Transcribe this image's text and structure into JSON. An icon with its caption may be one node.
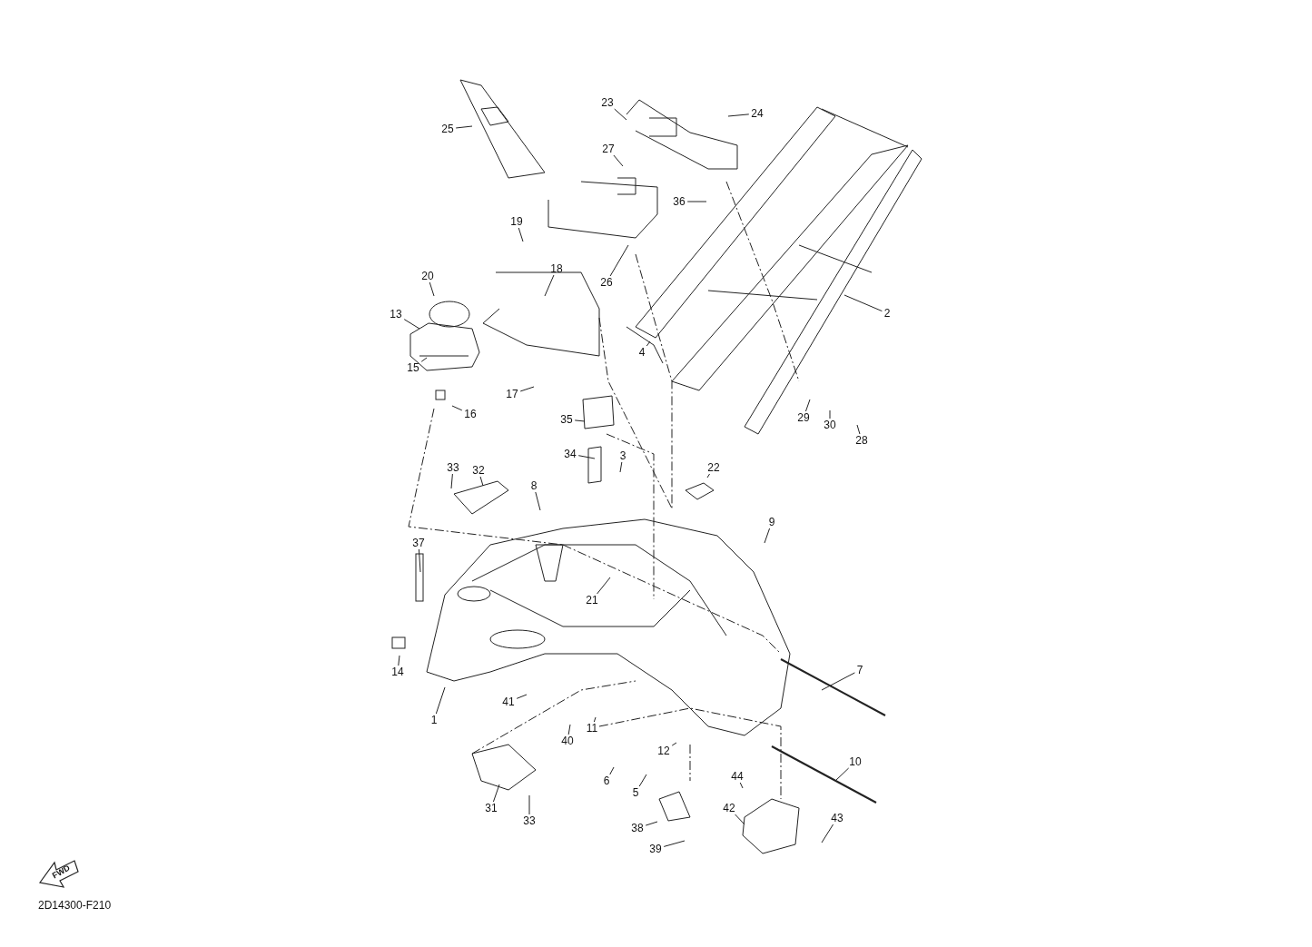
{
  "diagram": {
    "nodes": [
      {
        "text": [
          "23"
        ]
      },
      {
        "text": [
          "24"
        ]
      },
      {
        "text": [
          "25"
        ]
      },
      {
        "text": [
          "27"
        ]
      },
      {
        "text": [
          "36"
        ]
      },
      {
        "text": [
          "19"
        ]
      },
      {
        "text": [
          "18"
        ]
      },
      {
        "text": [
          "20"
        ]
      },
      {
        "text": [
          "26"
        ]
      },
      {
        "text": [
          "2"
        ]
      },
      {
        "text": [
          "13"
        ]
      },
      {
        "text": [
          "4"
        ]
      },
      {
        "text": [
          "15"
        ]
      },
      {
        "text": [
          "17"
        ]
      },
      {
        "text": [
          "16"
        ]
      },
      {
        "text": [
          "29"
        ]
      },
      {
        "text": [
          "35"
        ]
      },
      {
        "text": [
          "30"
        ]
      },
      {
        "text": [
          "28"
        ]
      },
      {
        "text": [
          "34"
        ]
      },
      {
        "text": [
          "3"
        ]
      },
      {
        "text": [
          "33"
        ]
      },
      {
        "text": [
          "22"
        ]
      },
      {
        "text": [
          "32"
        ]
      },
      {
        "text": [
          "8"
        ]
      },
      {
        "text": [
          "9"
        ]
      },
      {
        "text": [
          "37"
        ]
      },
      {
        "text": [
          "21"
        ]
      },
      {
        "text": [
          "7"
        ]
      },
      {
        "text": [
          "14"
        ]
      },
      {
        "text": [
          "41"
        ]
      },
      {
        "text": [
          "1"
        ]
      },
      {
        "text": [
          "11"
        ]
      },
      {
        "text": [
          "40"
        ]
      },
      {
        "text": [
          "12"
        ]
      },
      {
        "text": [
          "10"
        ]
      },
      {
        "text": [
          "44"
        ]
      },
      {
        "text": [
          "6"
        ]
      },
      {
        "text": [
          "5"
        ]
      },
      {
        "text": [
          "31"
        ]
      },
      {
        "text": [
          "42"
        ]
      },
      {
        "text": [
          "43"
        ]
      },
      {
        "text": [
          "33"
        ]
      },
      {
        "text": [
          "38"
        ]
      },
      {
        "text": [
          "39"
        ]
      }
    ],
    "edges": [
      {
        "from": 0,
        "to": null,
        "arrow": "none"
      },
      {
        "from": 1,
        "to": null,
        "arrow": "none"
      },
      {
        "from": 2,
        "to": null,
        "arrow": "none"
      },
      {
        "from": 3,
        "to": null,
        "arrow": "none"
      },
      {
        "from": 4,
        "to": null,
        "arrow": "none"
      },
      {
        "from": 5,
        "to": null,
        "arrow": "none"
      },
      {
        "from": 6,
        "to": null,
        "arrow": "none"
      },
      {
        "from": 7,
        "to": null,
        "arrow": "none"
      },
      {
        "from": 8,
        "to": null,
        "arrow": "none"
      },
      {
        "from": 9,
        "to": null,
        "arrow": "none"
      },
      {
        "from": 10,
        "to": null,
        "arrow": "none"
      },
      {
        "from": 11,
        "to": null,
        "arrow": "none"
      },
      {
        "from": 12,
        "to": null,
        "arrow": "none"
      },
      {
        "from": 13,
        "to": null,
        "arrow": "none"
      },
      {
        "from": 14,
        "to": null,
        "arrow": "none"
      },
      {
        "from": 15,
        "to": null,
        "arrow": "none"
      },
      {
        "from": 16,
        "to": null,
        "arrow": "none"
      },
      {
        "from": 17,
        "to": null,
        "arrow": "none"
      },
      {
        "from": 18,
        "to": null,
        "arrow": "none"
      },
      {
        "from": 19,
        "to": null,
        "arrow": "none"
      },
      {
        "from": 20,
        "to": null,
        "arrow": "none"
      },
      {
        "from": 21,
        "to": null,
        "arrow": "none"
      },
      {
        "from": 22,
        "to": null,
        "arrow": "none"
      },
      {
        "from": 23,
        "to": null,
        "arrow": "none"
      },
      {
        "from": 24,
        "to": null,
        "arrow": "none"
      },
      {
        "from": 25,
        "to": null,
        "arrow": "none"
      },
      {
        "from": 26,
        "to": null,
        "arrow": "none"
      },
      {
        "from": 27,
        "to": null,
        "arrow": "none"
      },
      {
        "from": 28,
        "to": null,
        "arrow": "none"
      },
      {
        "from": 29,
        "to": null,
        "arrow": "none"
      },
      {
        "from": 30,
        "to": null,
        "arrow": "none"
      },
      {
        "from": 31,
        "to": null,
        "arrow": "none"
      },
      {
        "from": 32,
        "to": null,
        "arrow": "none"
      },
      {
        "from": 33,
        "to": null,
        "arrow": "none"
      },
      {
        "from": 34,
        "to": null,
        "arrow": "none"
      },
      {
        "from": 35,
        "to": null,
        "arrow": "none"
      },
      {
        "from": 36,
        "to": null,
        "arrow": "none"
      },
      {
        "from": 37,
        "to": null,
        "arrow": "none"
      },
      {
        "from": 38,
        "to": null,
        "arrow": "none"
      },
      {
        "from": 39,
        "to": null,
        "arrow": "none"
      },
      {
        "from": 40,
        "to": null,
        "arrow": "none"
      },
      {
        "from": 41,
        "to": null,
        "arrow": "none"
      },
      {
        "from": 42,
        "to": null,
        "arrow": "none"
      },
      {
        "from": 43,
        "to": null,
        "arrow": "none"
      },
      {
        "from": 44,
        "to": null,
        "arrow": "none"
      }
    ],
    "labels": [
      "FWD",
      "2D14300-F210"
    ]
  }
}
